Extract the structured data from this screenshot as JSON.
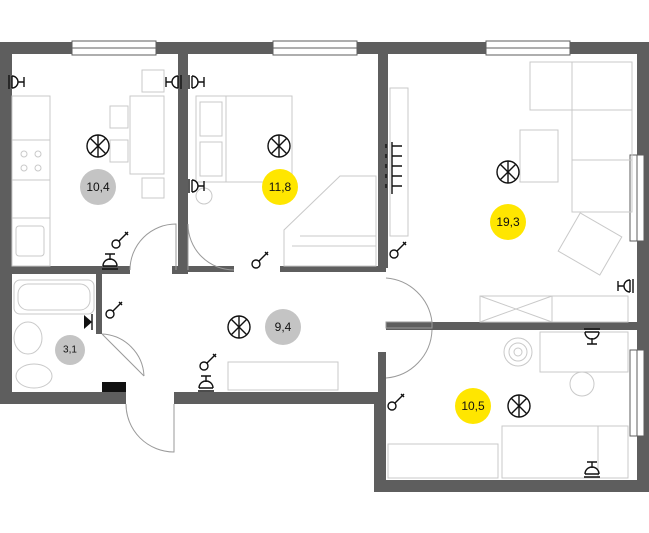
{
  "rooms": [
    {
      "name": "kitchen",
      "area": "10,4",
      "highlight": false
    },
    {
      "name": "bedroom-1",
      "area": "11,8",
      "highlight": true
    },
    {
      "name": "living-room",
      "area": "19,3",
      "highlight": true
    },
    {
      "name": "bathroom",
      "area": "3,1",
      "highlight": false
    },
    {
      "name": "hallway",
      "area": "9,4",
      "highlight": false
    },
    {
      "name": "bedroom-2",
      "area": "10,5",
      "highlight": true
    }
  ],
  "colors": {
    "wall": "#5e5e5e",
    "highlight": "#ffe600",
    "neutral": "#c4c4c4",
    "furniture": "#c9c9c9",
    "symbol": "#111111"
  },
  "icons": [
    "ceiling-light-icon",
    "switch-icon",
    "socket-icon",
    "tv-socket-icon"
  ]
}
